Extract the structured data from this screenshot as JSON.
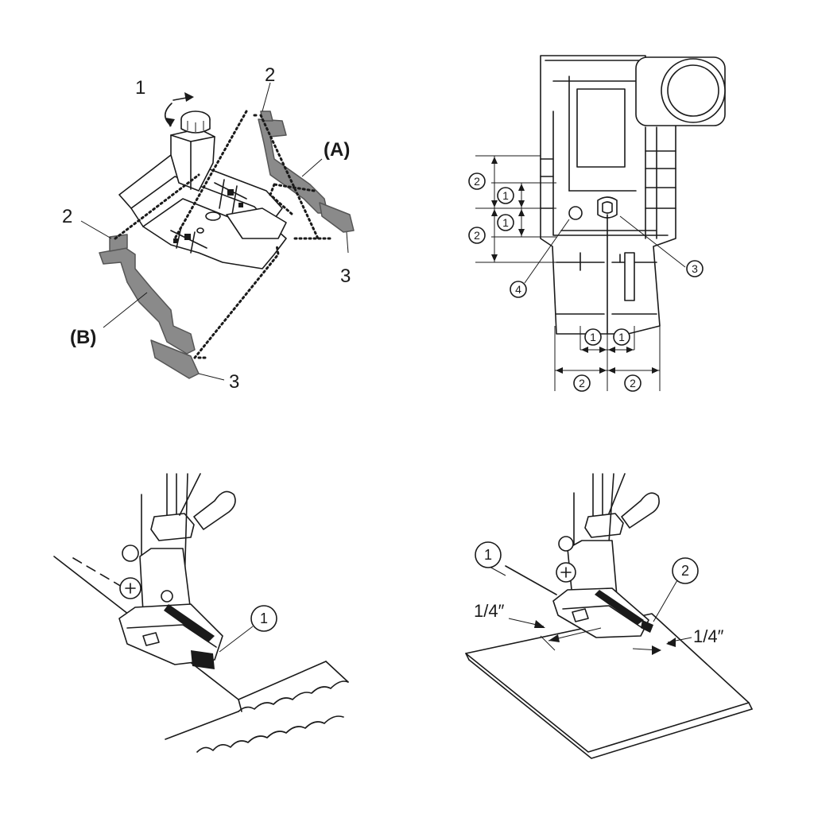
{
  "panel_top_left": {
    "callout_1": "1",
    "callout_2_top": "2",
    "callout_2_left": "2",
    "callout_3_right": "3",
    "callout_3_bottom": "3",
    "label_A": "(A)",
    "label_B": "(B)"
  },
  "panel_top_right": {
    "dim_2_upper": "2",
    "dim_1_upper": "1",
    "dim_1_lower": "1",
    "dim_2_lower": "2",
    "marker_3": "3",
    "marker_4": "4",
    "dim_1_bottom_left": "1",
    "dim_1_bottom_right": "1",
    "dim_2_bottom_left": "2",
    "dim_2_bottom_right": "2"
  },
  "panel_bottom_left": {
    "marker_1": "1"
  },
  "panel_bottom_right": {
    "marker_1": "1",
    "marker_2": "2",
    "measure_left": "1/4″",
    "measure_right": "1/4″"
  }
}
